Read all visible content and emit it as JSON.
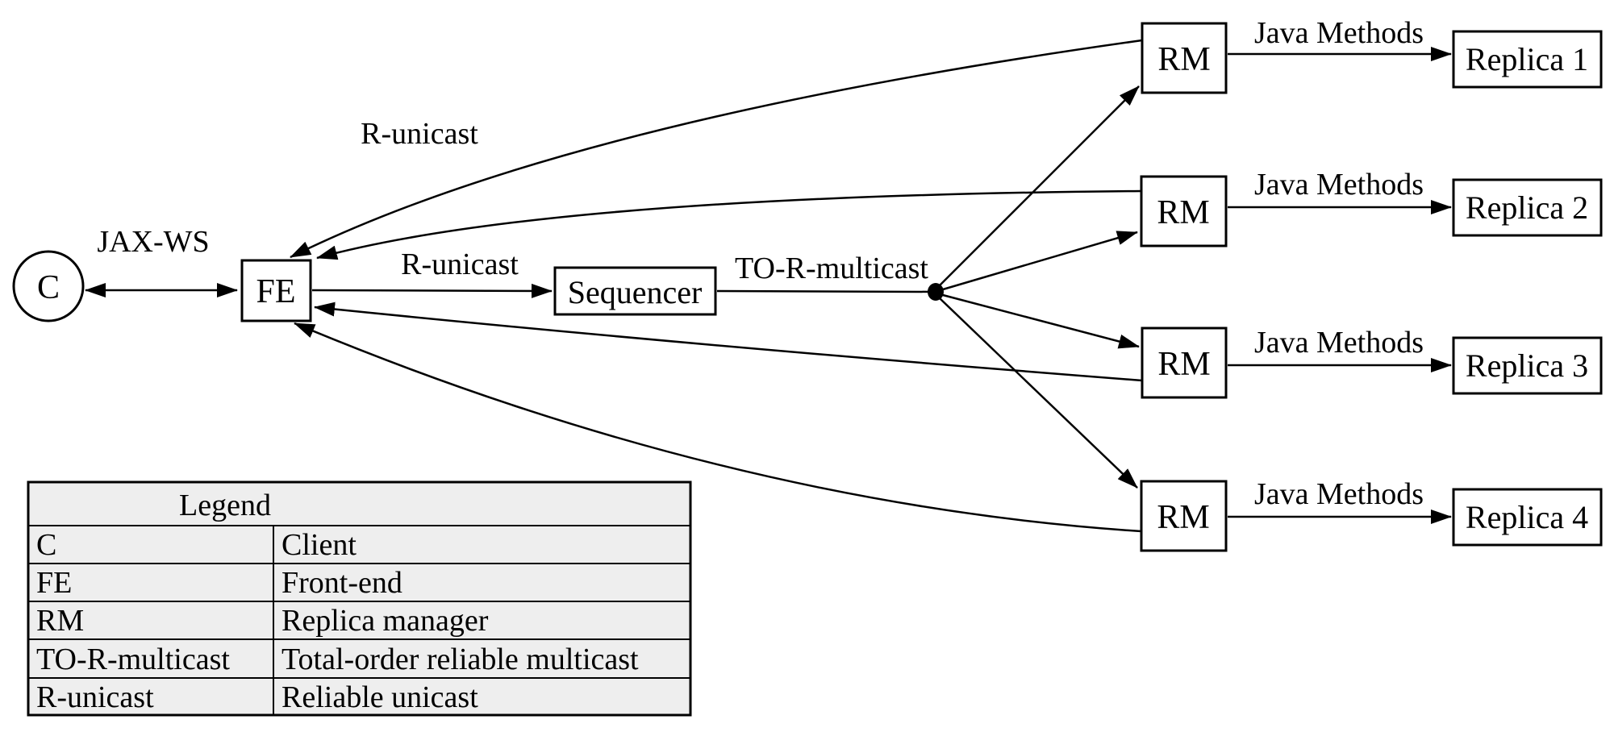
{
  "diagram": {
    "nodes": {
      "client_label": "C",
      "fe_label": "FE",
      "sequencer_label": "Sequencer",
      "rm_label": "RM",
      "replica_labels": [
        "Replica 1",
        "Replica 2",
        "Replica 3",
        "Replica 4"
      ]
    },
    "edge_labels": {
      "jax_ws": "JAX-WS",
      "r_unicast_return": "R-unicast",
      "r_unicast_request": "R-unicast",
      "to_r_multicast": "TO-R-multicast",
      "java_methods": "Java Methods"
    },
    "colors": {
      "stroke": "#000000",
      "background": "#ffffff",
      "legend_bg": "#eeeeee"
    }
  },
  "legend": {
    "title": "Legend",
    "rows": [
      {
        "term": "C",
        "definition": "Client"
      },
      {
        "term": "FE",
        "definition": "Front-end"
      },
      {
        "term": "RM",
        "definition": "Replica manager"
      },
      {
        "term": "TO-R-multicast",
        "definition": "Total-order reliable multicast"
      },
      {
        "term": "R-unicast",
        "definition": "Reliable unicast"
      }
    ]
  }
}
